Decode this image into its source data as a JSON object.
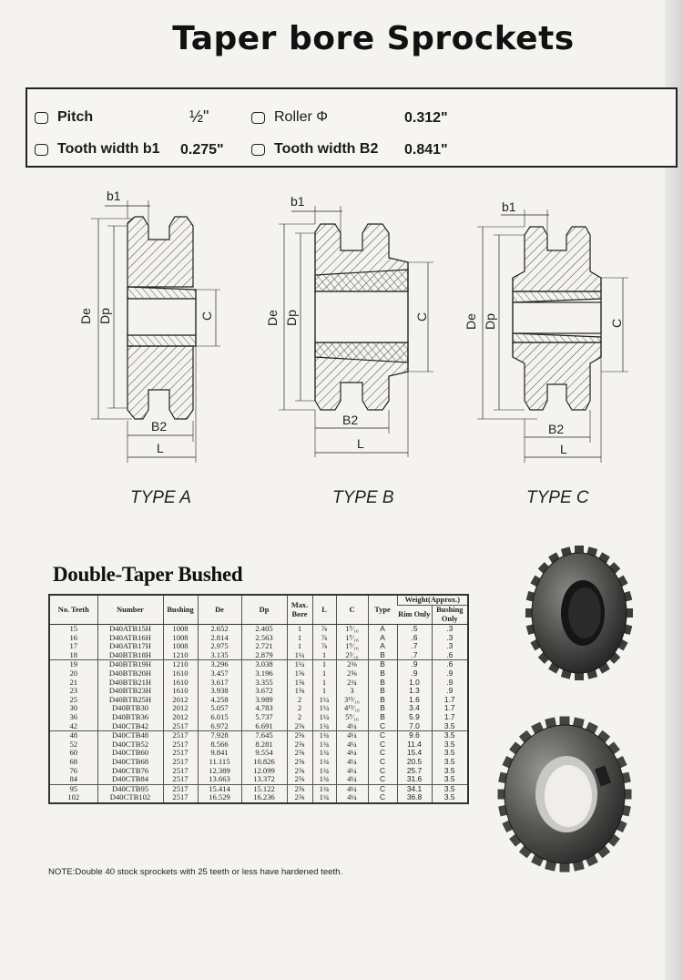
{
  "header": {
    "title": "Taper bore Sprockets"
  },
  "specs": {
    "pitch_label": "Pitch",
    "pitch_value": "½\"",
    "roller_label": "Roller Φ",
    "roller_value": "0.312\"",
    "b1_label": "Tooth width b1",
    "b1_value": "0.275\"",
    "b2_label": "Tooth width B2",
    "b2_value": "0.841\""
  },
  "diagrams": {
    "type_a": "TYPE A",
    "type_b": "TYPE B",
    "type_c": "TYPE C",
    "dim_b1": "b1",
    "dim_de": "De",
    "dim_dp": "Dp",
    "dim_c": "C",
    "dim_b2": "B2",
    "dim_l": "L"
  },
  "section": {
    "title": "Double-Taper Bushed"
  },
  "table": {
    "headers": {
      "teeth": "No. Teeth",
      "number": "Number",
      "bushing": "Bushing",
      "de": "De",
      "dp": "Dp",
      "max_bore": "Max. Bore",
      "l": "L",
      "c": "C",
      "type": "Type",
      "weight": "Weight(Approx.)",
      "rim": "Rim Only",
      "bushing_only": "Bushing Only"
    },
    "rows": [
      {
        "teeth": "15",
        "number": "D40ATB15H",
        "bushing": "1008",
        "de": "2.652",
        "dp": "2.405",
        "bore": "1",
        "l": "⅞",
        "c": "1⁹⁄₁₆",
        "type": "A",
        "rim": ".5",
        "bush": ".3"
      },
      {
        "teeth": "16",
        "number": "D40ATB16H",
        "bushing": "1008",
        "de": "2.814",
        "dp": "2.563",
        "bore": "1",
        "l": "⅞",
        "c": "1⁹⁄₁₆",
        "type": "A",
        "rim": ".6",
        "bush": ".3"
      },
      {
        "teeth": "17",
        "number": "D40ATB17H",
        "bushing": "1008",
        "de": "2.975",
        "dp": "2.721",
        "bore": "1",
        "l": "⅞",
        "c": "1⁹⁄₁₆",
        "type": "A",
        "rim": ".7",
        "bush": ".3"
      },
      {
        "teeth": "18",
        "number": "D40BTB18H",
        "bushing": "1210",
        "de": "3.135",
        "dp": "2.879",
        "bore": "1¼",
        "l": "1",
        "c": "2³⁄₁₆",
        "type": "B",
        "rim": ".7",
        "bush": ".6"
      },
      {
        "teeth": "19",
        "number": "D40BTB19H",
        "bushing": "1210",
        "de": "3.296",
        "dp": "3.038",
        "bore": "1¼",
        "l": "1",
        "c": "2⅜",
        "type": "B",
        "rim": ".9",
        "bush": ".6"
      },
      {
        "teeth": "20",
        "number": "D40BTB20H",
        "bushing": "1610",
        "de": "3.457",
        "dp": "3.196",
        "bore": "1⅝",
        "l": "1",
        "c": "2⅝",
        "type": "B",
        "rim": ".9",
        "bush": ".9"
      },
      {
        "teeth": "21",
        "number": "D40BTB21H",
        "bushing": "1610",
        "de": "3.617",
        "dp": "3.355",
        "bore": "1⅝",
        "l": "1",
        "c": "2¾",
        "type": "B",
        "rim": "1.0",
        "bush": ".9"
      },
      {
        "teeth": "23",
        "number": "D40BTB23H",
        "bushing": "1610",
        "de": "3.938",
        "dp": "3.672",
        "bore": "1⅝",
        "l": "1",
        "c": "3",
        "type": "B",
        "rim": "1.3",
        "bush": ".9"
      },
      {
        "teeth": "25",
        "number": "D40BTB25H",
        "bushing": "2012",
        "de": "4.258",
        "dp": "3.989",
        "bore": "2",
        "l": "1¼",
        "c": "3¹³⁄₁₆",
        "type": "B",
        "rim": "1.6",
        "bush": "1.7"
      },
      {
        "teeth": "30",
        "number": "D40BTB30",
        "bushing": "2012",
        "de": "5.057",
        "dp": "4.783",
        "bore": "2",
        "l": "1¼",
        "c": "4¹³⁄₁₆",
        "type": "B",
        "rim": "3.4",
        "bush": "1.7"
      },
      {
        "teeth": "36",
        "number": "D40BTB36",
        "bushing": "2012",
        "de": "6.015",
        "dp": "5.737",
        "bore": "2",
        "l": "1¼",
        "c": "5⁹⁄₁₆",
        "type": "B",
        "rim": "5.9",
        "bush": "1.7"
      },
      {
        "teeth": "42",
        "number": "D40CTB42",
        "bushing": "2517",
        "de": "6.972",
        "dp": "6.691",
        "bore": "2⅝",
        "l": "1¾",
        "c": "4¼",
        "type": "C",
        "rim": "7.0",
        "bush": "3.5"
      },
      {
        "teeth": "48",
        "number": "D40CTB48",
        "bushing": "2517",
        "de": "7.928",
        "dp": "7.645",
        "bore": "2⅝",
        "l": "1¾",
        "c": "4¼",
        "type": "C",
        "rim": "9.6",
        "bush": "3.5"
      },
      {
        "teeth": "52",
        "number": "D40CTB52",
        "bushing": "2517",
        "de": "8.566",
        "dp": "8.281",
        "bore": "2⅝",
        "l": "1¾",
        "c": "4¼",
        "type": "C",
        "rim": "11.4",
        "bush": "3.5"
      },
      {
        "teeth": "60",
        "number": "D40CTB60",
        "bushing": "2517",
        "de": "9.841",
        "dp": "9.554",
        "bore": "2⅝",
        "l": "1¾",
        "c": "4¼",
        "type": "C",
        "rim": "15.4",
        "bush": "3.5"
      },
      {
        "teeth": "68",
        "number": "D40CTB68",
        "bushing": "2517",
        "de": "11.115",
        "dp": "10.826",
        "bore": "2⅝",
        "l": "1¾",
        "c": "4¼",
        "type": "C",
        "rim": "20.5",
        "bush": "3.5"
      },
      {
        "teeth": "76",
        "number": "D40CTB76",
        "bushing": "2517",
        "de": "12.389",
        "dp": "12.099",
        "bore": "2⅝",
        "l": "1¾",
        "c": "4¼",
        "type": "C",
        "rim": "25.7",
        "bush": "3.5"
      },
      {
        "teeth": "84",
        "number": "D40CTB84",
        "bushing": "2517",
        "de": "13.663",
        "dp": "13.372",
        "bore": "2⅝",
        "l": "1¾",
        "c": "4¼",
        "type": "C",
        "rim": "31.6",
        "bush": "3.5"
      },
      {
        "teeth": "95",
        "number": "D40CTB95",
        "bushing": "2517",
        "de": "15.414",
        "dp": "15.122",
        "bore": "2⅝",
        "l": "1¾",
        "c": "4¼",
        "type": "C",
        "rim": "34.1",
        "bush": "3.5"
      },
      {
        "teeth": "102",
        "number": "D40CTB102",
        "bushing": "2517",
        "de": "16.529",
        "dp": "16.236",
        "bore": "2⅝",
        "l": "1¾",
        "c": "4¼",
        "type": "C",
        "rim": "36.8",
        "bush": "3.5"
      }
    ]
  },
  "note": "NOTE:Double 40 stock sprockets with 25 teeth or less have hardened teeth.",
  "colors": {
    "ink": "#1a1a1a",
    "paper": "#f4f3ef",
    "steel": "#3a3a3a"
  },
  "icons": [
    "checkbox-icon",
    "sprocket-photo"
  ]
}
